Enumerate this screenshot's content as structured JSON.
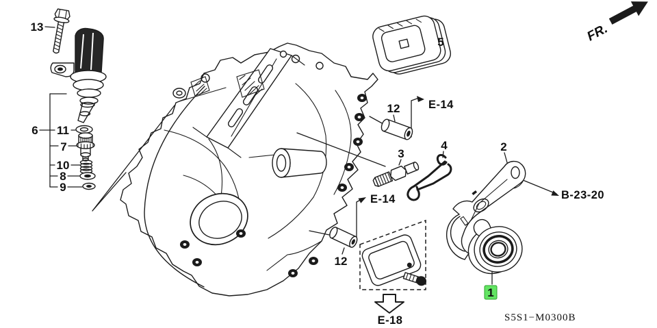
{
  "figure": {
    "diagram_code": "S5S1−M0300B",
    "direction_label": "FR.",
    "highlight_color": "#63e463",
    "highlight_text_color": "#146f17",
    "line_color": "#1b1b1b"
  },
  "callouts": {
    "part1": "1",
    "part2": "2",
    "part3": "3",
    "part4": "4",
    "part5": "5",
    "part6": "6",
    "part7": "7",
    "part8": "8",
    "part9": "9",
    "part10": "10",
    "part11": "11",
    "part12_upper": "12",
    "part12_lower": "12",
    "part13": "13"
  },
  "refs": {
    "e14_upper": "E-14",
    "e14_lower": "E-14",
    "b_23_20": "B-23-20",
    "e18": "E-18"
  }
}
